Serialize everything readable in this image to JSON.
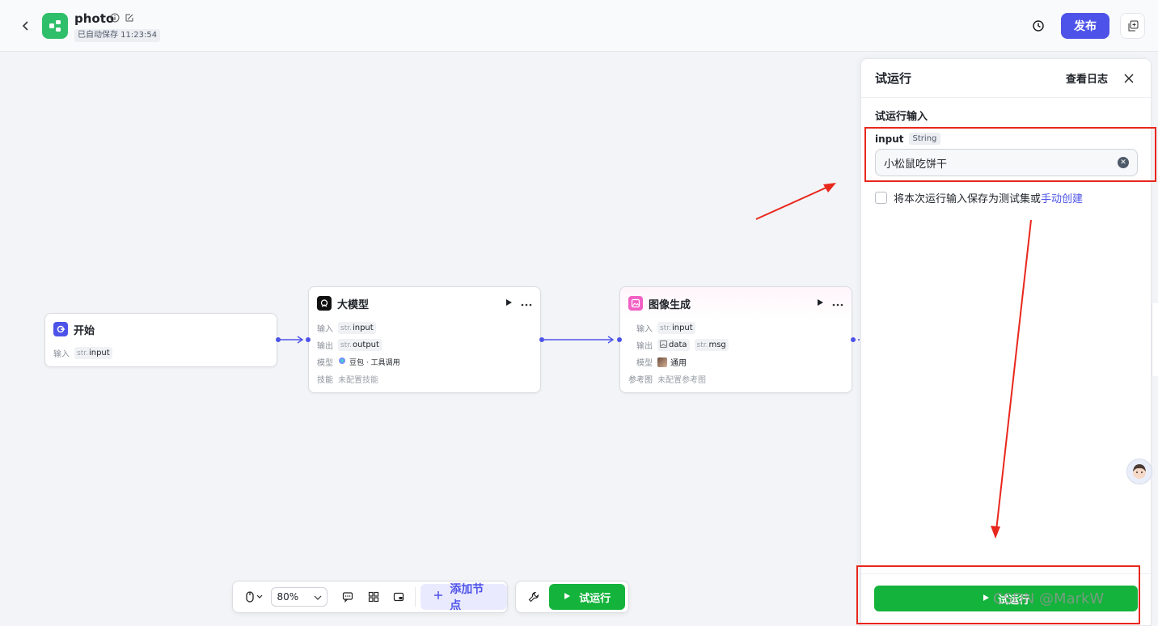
{
  "header": {
    "title": "photo",
    "save_status": "已自动保存 11:23:54",
    "publish_label": "发布",
    "icons": {
      "back": "chevron-left-icon",
      "info": "info-icon",
      "edit": "edit-icon",
      "history": "history-clock-icon",
      "duplicate": "duplicate-icon"
    }
  },
  "nodes": {
    "start": {
      "title": "开始",
      "input_label": "输入",
      "input_type": "str.",
      "input_name": "input"
    },
    "llm": {
      "title": "大模型",
      "input_label": "输入",
      "input_type": "str.",
      "input_name": "input",
      "output_label": "输出",
      "output_type": "str.",
      "output_name": "output",
      "model_label": "模型",
      "model_value": "豆包 · 工具调用",
      "skill_label": "技能",
      "skill_value": "未配置技能"
    },
    "image": {
      "title": "图像生成",
      "input_label": "输入",
      "input_type": "str.",
      "input_name": "input",
      "output_label": "输出",
      "output_name_1": "data",
      "output_type_2": "str.",
      "output_name_2": "msg",
      "model_label": "模型",
      "model_value": "通用",
      "ref_label": "参考图",
      "ref_value": "未配置参考图"
    }
  },
  "toolbar": {
    "zoom": "80%",
    "add_node_label": "添加节点",
    "run_label": "试运行"
  },
  "panel": {
    "title": "试运行",
    "view_log_label": "查看日志",
    "section_title": "试运行输入",
    "field_name": "input",
    "field_type": "String",
    "field_value": "小松鼠吃饼干",
    "save_text": "将本次运行输入保存为测试集或",
    "save_link": "手动创建",
    "run_label": "试运行"
  },
  "watermark": "CSDN @MarkW",
  "colors": {
    "accent": "#4d53e8",
    "run_green": "#14b33c",
    "annotation_red": "#e8271d"
  }
}
